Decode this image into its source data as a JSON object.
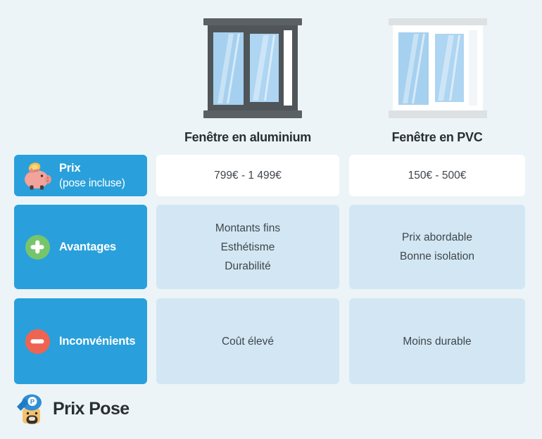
{
  "colors": {
    "page_bg": "#ecf4f7",
    "accent_blue": "#29a0db",
    "cell_blue": "#d2e7f3",
    "cell_white": "#ffffff",
    "plus_green": "#77c56b",
    "minus_red": "#ef6450",
    "heading_text": "#2b2e31",
    "cell_text": "#40464c",
    "alu_frame": "#4f5559",
    "alu_cap": "#5a6064",
    "pvc_frame": "#ffffff",
    "pvc_cap": "#dde1e4",
    "pvc_gap": "#f2f6f8",
    "glass_a": "#a6d0ef",
    "glass_b": "#aed5f2",
    "cap_blue": "#2f8ed6",
    "skin": "#f4c26d",
    "pig_pink": "#f2a39b",
    "coin_gold": "#f4c04c"
  },
  "columns": [
    {
      "header": "Fenêtre en aluminium",
      "window": "aluminium"
    },
    {
      "header": "Fenêtre en PVC",
      "window": "pvc"
    }
  ],
  "rows": [
    {
      "label": "Prix",
      "sublabel": "(pose incluse)",
      "icon": "piggy-bank-icon",
      "cells": [
        [
          "799€ - 1 499€"
        ],
        [
          "150€ - 500€"
        ]
      ]
    },
    {
      "label": "Avantages",
      "icon": "plus-icon",
      "cells": [
        [
          "Montants fins",
          "Esthétisme",
          "Durabilité"
        ],
        [
          "Prix abordable",
          "Bonne isolation"
        ]
      ]
    },
    {
      "label": "Inconvénients",
      "icon": "minus-icon",
      "cells": [
        [
          "Coût élevé"
        ],
        [
          "Moins durable"
        ]
      ]
    }
  ],
  "footer": {
    "brand": "Prix Pose",
    "mascot_letter": "P"
  }
}
